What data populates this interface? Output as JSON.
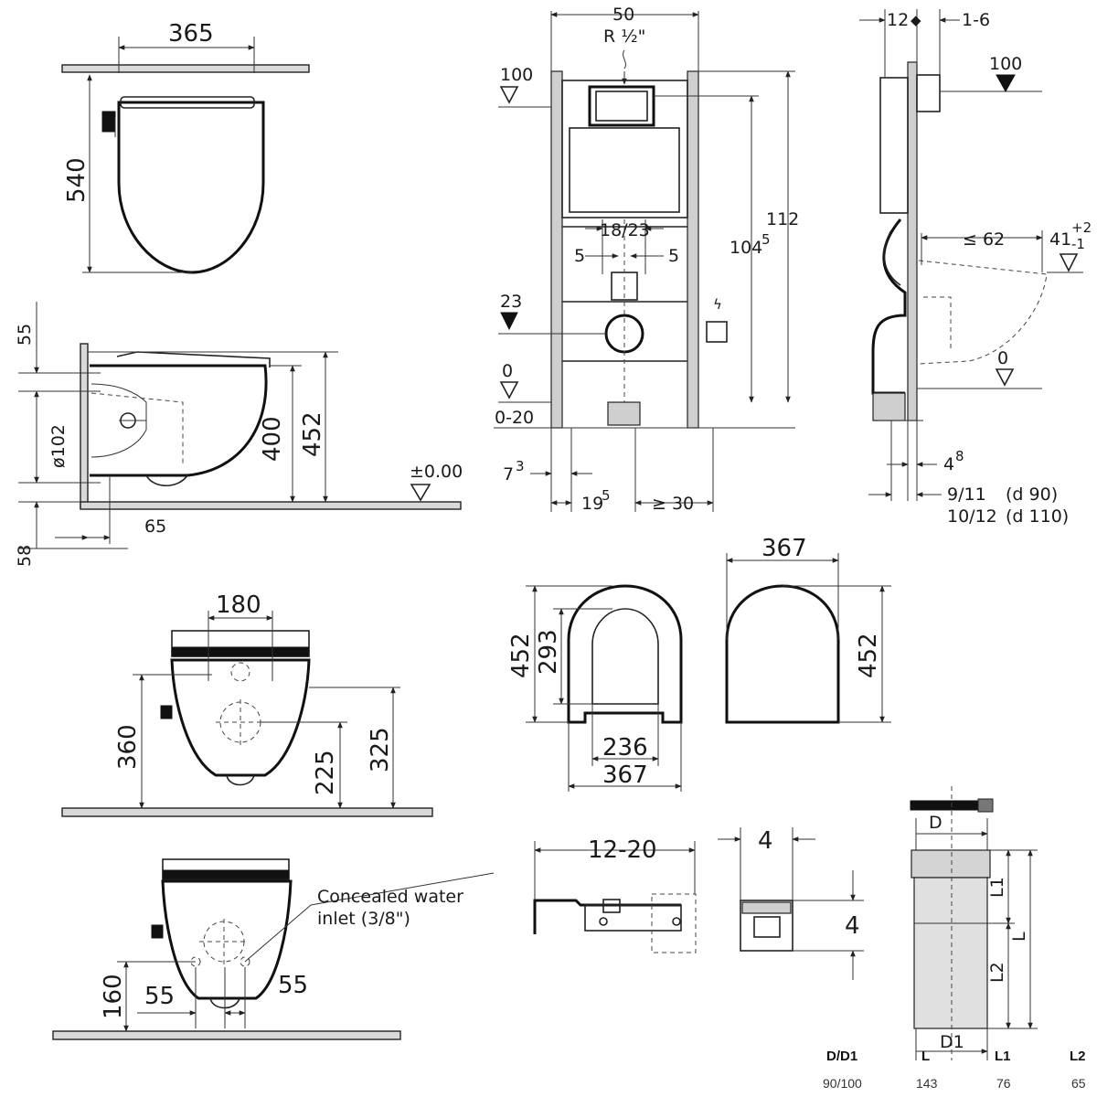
{
  "wc_top": {
    "width": "365",
    "depth": "540"
  },
  "wc_side": {
    "h55": "55",
    "pipe": "ø102",
    "h400": "400",
    "h452": "452",
    "w65": "65",
    "h58": "58",
    "level": "±0.00"
  },
  "frame_front": {
    "width": "50",
    "thread": "R ½\"",
    "lvl100": "100",
    "lvl23": "23",
    "lvl0": "0",
    "range": "0-20",
    "h112": "112",
    "h104": "104",
    "h104_sup": "5",
    "spacing": "18/23",
    "five_l": "5",
    "five_r": "5",
    "w7": "7",
    "w7_sup": "3",
    "w19": "19",
    "w19_sup": "5",
    "w30": "≥ 30"
  },
  "frame_side": {
    "d12": "12",
    "d16": "1-6",
    "lvl100": "100",
    "le62": "≤ 62",
    "h41": "41",
    "h41_sup": "+2",
    "h41_sub": "-1",
    "lvl0": "0",
    "d4": "4",
    "d4_sup": "8",
    "d911": "9/11",
    "d90": "(d 90)",
    "d1012": "10/12",
    "d110": "(d 110)"
  },
  "bowl_front": {
    "w180": "180",
    "h360": "360",
    "h225": "225",
    "h325": "325"
  },
  "bowl_inlet": {
    "note_1": "Concealed water",
    "note_2": "inlet (3/8\")",
    "h160": "160",
    "w55_l": "55",
    "w55_r": "55"
  },
  "seat_open": {
    "h452": "452",
    "h293": "293",
    "w236": "236",
    "w367": "367"
  },
  "seat_closed": {
    "w367": "367",
    "h452": "452"
  },
  "bracket": {
    "range": "12-20",
    "w4": "4",
    "h4": "4"
  },
  "pipe": {
    "labels": {
      "d": "D",
      "d1": "D1",
      "l": "L",
      "l1": "L1",
      "l2": "L2"
    },
    "table": {
      "headers": [
        "D/D1",
        "L",
        "L1",
        "L2"
      ],
      "row": [
        "90/100",
        "143",
        "76",
        "65"
      ]
    }
  }
}
